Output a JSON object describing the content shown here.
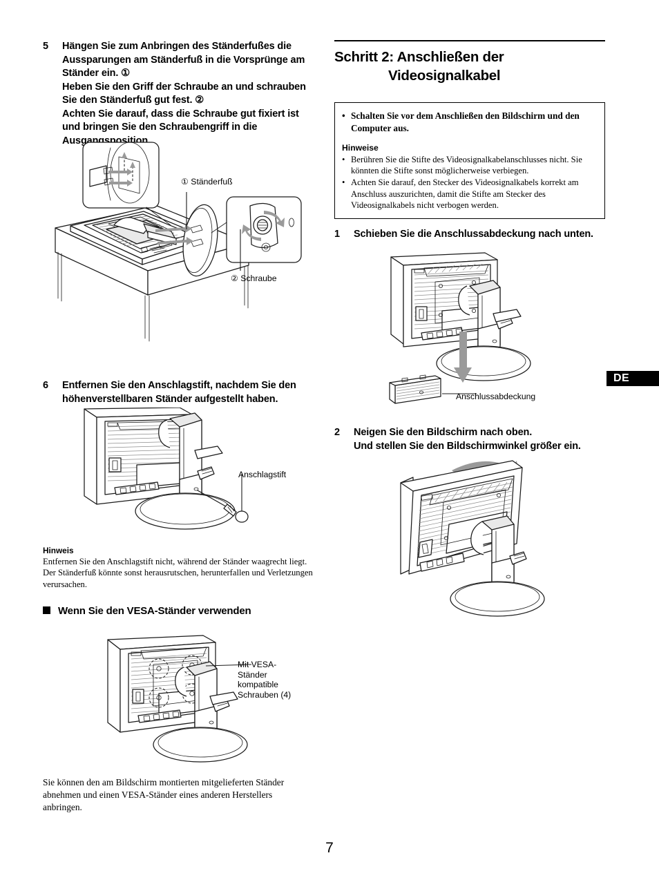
{
  "page": {
    "number": "7",
    "language_tab": "DE"
  },
  "left_column": {
    "step5": {
      "number": "5",
      "lines": [
        "Hängen Sie zum Anbringen des Ständerfußes die",
        "Aussparungen am Ständerfuß in die Vorsprünge am",
        "Ständer ein. ①",
        "Heben Sie den Griff der Schraube an und schrauben",
        "Sie den Ständerfuß gut fest. ②",
        "Achten Sie darauf, dass die Schraube gut fixiert ist",
        "und bringen Sie den Schraubengriff in die",
        "Ausgangsposition."
      ]
    },
    "figure1": {
      "callout_base": "① Ständerfuß",
      "callout_screw": "② Schraube"
    },
    "step6": {
      "number": "6",
      "lines": [
        "Entfernen Sie den Anschlagstift, nachdem Sie den",
        "höhenverstellbaren Ständer aufgestellt haben."
      ]
    },
    "figure2": {
      "callout_pin": "Anschlagstift"
    },
    "hinweis": {
      "heading": "Hinweis",
      "text": "Entfernen Sie den Anschlagstift nicht, während der Ständer waagrecht liegt. Der Ständerfuß könnte sonst herausrutschen, herunterfallen und Verletzungen verursachen."
    },
    "vesa_section": {
      "heading": "Wenn Sie den VESA-Ständer verwenden",
      "callout_screws": "Mit VESA-\nStänder\nkompatible\nSchrauben (4)",
      "paragraph": "Sie können den am Bildschirm montierten mitgelieferten Ständer abnehmen und einen VESA-Ständer eines anderen Herstellers anbringen."
    }
  },
  "right_column": {
    "heading": {
      "line1": "Schritt 2: Anschließen der",
      "line2": "Videosignalkabel"
    },
    "warning_box": {
      "bullet_mark": "•",
      "warning_lines": [
        "Schalten Sie vor dem Anschließen den Bildschirm und",
        "den Computer aus."
      ],
      "notes_heading": "Hinweise",
      "notes": [
        "Berühren Sie die Stifte des Videosignalkabelanschlusses nicht. Sie könnten die Stifte sonst möglicherweise verbiegen.",
        "Achten Sie darauf, den Stecker des Videosignalkabels korrekt am Anschluss auszurichten, damit die Stifte am Stecker des Videosignalkabels nicht verbogen werden."
      ]
    },
    "step1": {
      "number": "1",
      "lines": [
        "Schieben Sie die Anschlussabdeckung nach unten."
      ]
    },
    "figure3": {
      "callout_cover": "Anschlussabdeckung"
    },
    "step2": {
      "number": "2",
      "lines": [
        "Neigen Sie den Bildschirm nach oben.",
        "Und stellen Sie den Bildschirmwinkel größer ein."
      ]
    }
  },
  "colors": {
    "line": "#1a1a1a",
    "shadow": "#d2d2d2",
    "arrow_gray": "#9a9a9a",
    "tab_bg": "#000000",
    "tab_fg": "#ffffff"
  }
}
